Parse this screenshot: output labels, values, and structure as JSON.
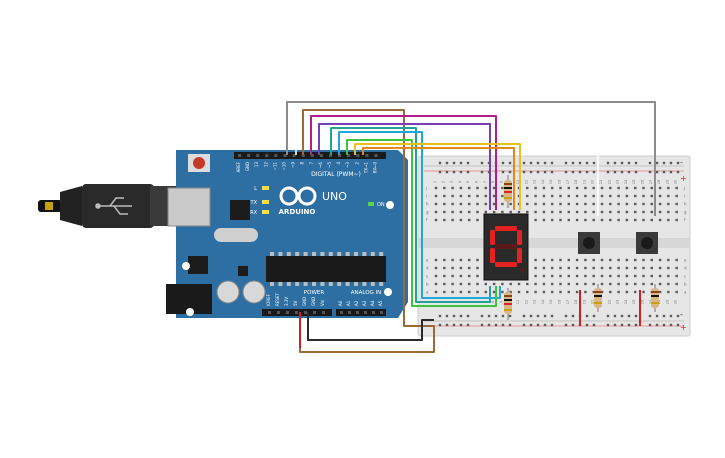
{
  "board": {
    "brand_lines": [
      "ARDUINO",
      "UNO"
    ],
    "header_digital": "DIGITAL (PWM~)",
    "header_power": "POWER",
    "header_analog": "ANALOG IN",
    "led_on": "ON",
    "led_tx": "TX",
    "led_rx": "RX",
    "led_l": "L",
    "top_pins": [
      "AREF",
      "GND",
      "13",
      "12",
      "~11",
      "~10",
      "~9",
      "8",
      "7",
      "~6",
      "~5",
      "4",
      "~3",
      "2",
      "TX→1",
      "RX←0"
    ],
    "power_pins": [
      "IOREF",
      "RESET",
      "3.3V",
      "5V",
      "GND",
      "GND",
      "Vin"
    ],
    "analog_pins": [
      "A0",
      "A1",
      "A2",
      "A3",
      "A4",
      "A5"
    ]
  },
  "breadboard": {
    "column_numbers": [
      "1",
      "2",
      "3",
      "4",
      "5",
      "6",
      "7",
      "8",
      "9",
      "10",
      "11",
      "12",
      "13",
      "14",
      "15",
      "16",
      "17",
      "18",
      "19",
      "20",
      "21",
      "22",
      "23",
      "24",
      "25",
      "26",
      "27",
      "28",
      "29",
      "30"
    ],
    "row_letters_top": [
      "j",
      "i",
      "h",
      "g",
      "f"
    ],
    "row_letters_bottom": [
      "e",
      "d",
      "c",
      "b",
      "a"
    ],
    "rail_plus": "+",
    "rail_minus": "-"
  },
  "display": {
    "digit": "0"
  },
  "colors": {
    "board": "#2e6fa3",
    "breadboard": "#e6e6e6",
    "wire_gray": "#8c8c8c",
    "wire_brown": "#9a6a3a",
    "wire_magenta": "#b01e8c",
    "wire_purple": "#7a3db8",
    "wire_teal": "#1fa39a",
    "wire_cyan": "#1fa8d8",
    "wire_green": "#3cc43c",
    "wire_yellow": "#e6c21a",
    "wire_orange": "#e08a1a",
    "wire_red": "#d02020",
    "wire_black": "#2b2b2b",
    "segment_on": "#e52222",
    "segment_off": "#5a1a1a"
  }
}
